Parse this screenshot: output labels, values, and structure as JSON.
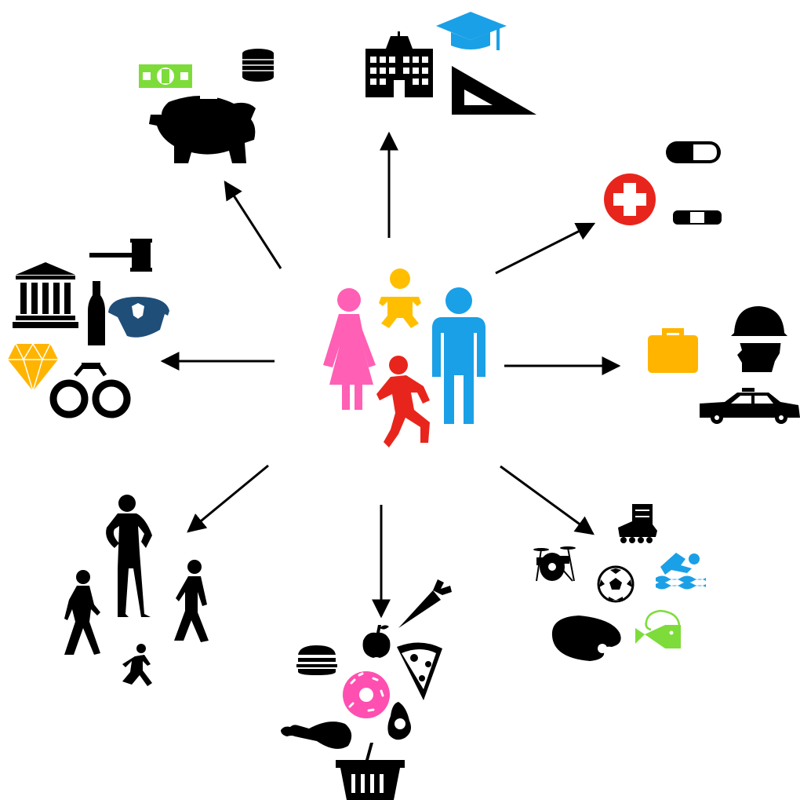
{
  "colors": {
    "ink": "#000000",
    "mother": "#ff5fb4",
    "father": "#1aa0e6",
    "baby": "#ffbf00",
    "child": "#e8251c",
    "money_green": "#7ddc3a",
    "cap_blue": "#1aa0e6",
    "medical_red": "#e8251c",
    "briefcase": "#ffb400",
    "police_blue": "#1f4e79",
    "diamond": "#ffb400",
    "donut_pink": "#ff4fb0",
    "swim_blue": "#1aa0e6",
    "fish_green": "#7ddc3a"
  },
  "center": {
    "icons": [
      "woman-icon",
      "baby-icon",
      "running-child-icon",
      "man-icon"
    ]
  },
  "clusters": [
    {
      "id": "finance",
      "icons": [
        "cash-icon",
        "coin-stack-icon",
        "piggy-bank-icon"
      ]
    },
    {
      "id": "education",
      "icons": [
        "school-building-icon",
        "graduation-cap-icon",
        "set-square-icon"
      ]
    },
    {
      "id": "health",
      "icons": [
        "capsule-icon",
        "medical-cross-icon",
        "bandage-icon"
      ]
    },
    {
      "id": "work",
      "icons": [
        "briefcase-icon",
        "hard-hat-worker-icon",
        "police-car-icon"
      ]
    },
    {
      "id": "leisure",
      "icons": [
        "roller-skate-icon",
        "drum-kit-icon",
        "soccer-ball-icon",
        "swimmer-icon",
        "paint-palette-icon",
        "fishing-icon"
      ]
    },
    {
      "id": "food",
      "icons": [
        "carrot-icon",
        "apple-icon",
        "burger-icon",
        "pizza-slice-icon",
        "donut-icon",
        "avocado-icon",
        "chicken-leg-icon",
        "shopping-basket-icon"
      ]
    },
    {
      "id": "people",
      "icons": [
        "woman-silhouette-icon",
        "girl-walking-icon",
        "man-walking-icon",
        "child-running-icon"
      ]
    },
    {
      "id": "law",
      "icons": [
        "gavel-icon",
        "courthouse-icon",
        "bottle-icon",
        "police-cap-icon",
        "diamond-icon",
        "handcuffs-icon"
      ]
    }
  ]
}
